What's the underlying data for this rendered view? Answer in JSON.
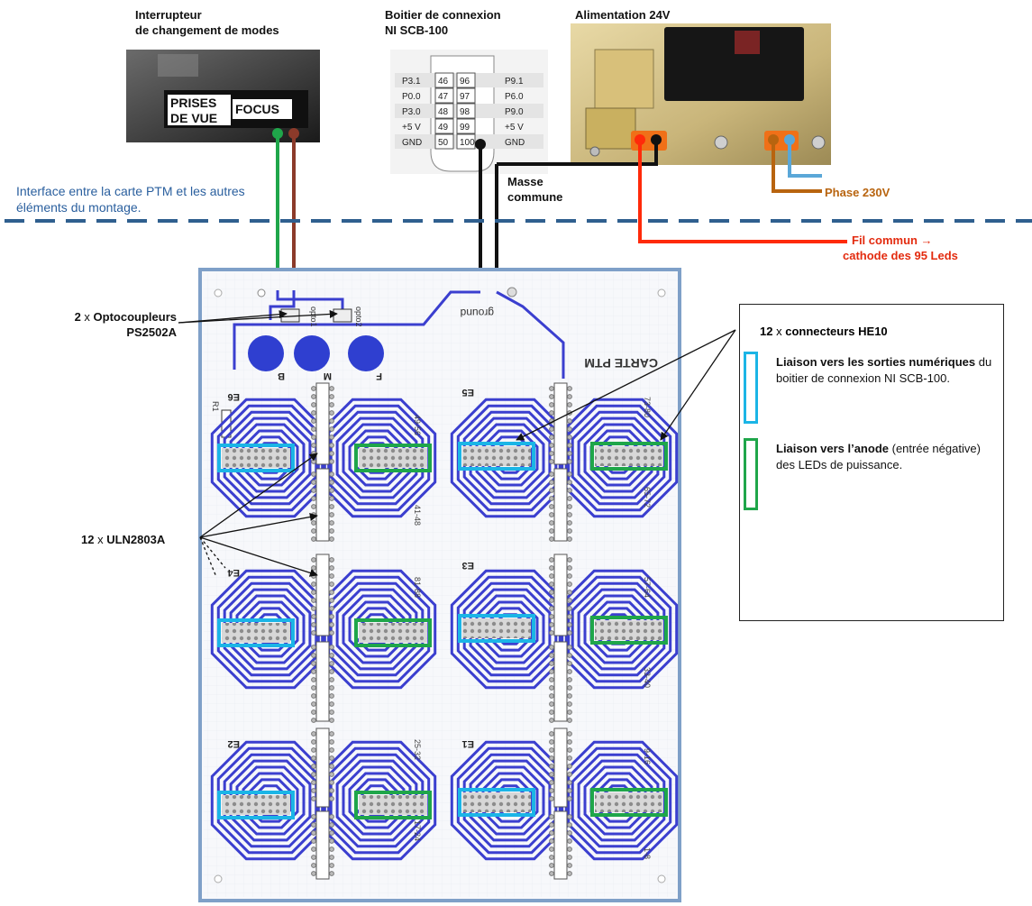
{
  "labels": {
    "interrupteur": [
      "Interrupteur",
      "de changement de modes"
    ],
    "boitier": [
      "Boitier de connexion",
      "NI SCB-100"
    ],
    "alimentation": "Alimentation 24V",
    "masse": [
      "Masse",
      "commune"
    ],
    "phase": "Phase 230V",
    "fil_commun": [
      "Fil commun →",
      "cathode des 95 Leds"
    ],
    "interface_note": "Interface entre la carte PTM et les autres éléments du montage.",
    "opto": {
      "count": "2",
      "x": "x",
      "name": "Optocoupleurs",
      "ref": "PS2502A"
    },
    "uln": {
      "count": "12",
      "x": "x",
      "name": "ULN2803A"
    }
  },
  "switch_photo": {
    "line1": "PRISES",
    "line2": "DE VUE",
    "focus": "FOCUS"
  },
  "connector_table": {
    "rows": [
      [
        "P3.1",
        "46",
        "96",
        "P9.1"
      ],
      [
        "P0.0",
        "47",
        "97",
        "P6.0"
      ],
      [
        "P3.0",
        "48",
        "98",
        "P9.0"
      ],
      [
        "+5 V",
        "49",
        "99",
        "+5 V"
      ],
      [
        "GND",
        "50",
        "100",
        "GND"
      ]
    ]
  },
  "board": {
    "ground_label": "ground",
    "title": "CARTE PTM",
    "buttons": [
      "B",
      "M",
      "F"
    ],
    "opto_labels": [
      "opto1",
      "opto2"
    ],
    "sections": [
      "E6",
      "E5",
      "E4",
      "E3",
      "E2",
      "E1"
    ],
    "ranges": [
      "73-80",
      "65-72",
      "49-56",
      "41-48",
      "33-40",
      "9-16",
      "25-32",
      "17-24",
      "1-8",
      "81-88",
      "57-64"
    ],
    "resistor": "R1"
  },
  "legend": {
    "count": "12",
    "x": "x",
    "title": "connecteurs HE10",
    "blue_bold": "Liaison vers les sorties numériques",
    "blue_rest": "du boitier de connexion NI SCB-100.",
    "green_bold": "Liaison vers l’anode",
    "green_rest": "(entrée négative) des LEDs de puissance."
  },
  "colors": {
    "header_blue": "#1bb5e6",
    "header_green": "#1fa64a",
    "wire_green": "#1fa64a",
    "wire_brown": "#8b3a2a",
    "wire_black": "#111111",
    "wire_red": "#ff2a0a",
    "wire_light_blue": "#5aa7d8",
    "wire_orange_brown": "#b8640f",
    "dashed_line": "#2f5f8f",
    "trace_blue": "#3b3fcf",
    "board_border": "#7fa0c8"
  }
}
